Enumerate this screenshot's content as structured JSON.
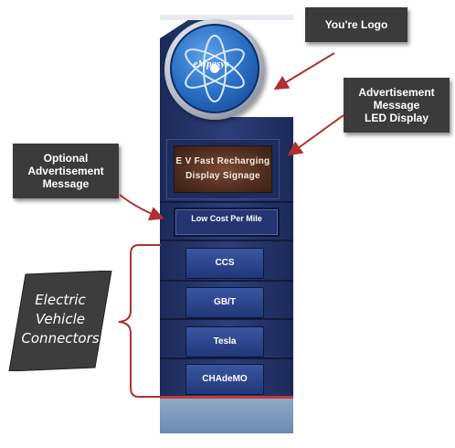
{
  "callouts": {
    "logo": "You're Logo",
    "led": "Advertisement\nMessage\nLED Display",
    "optional": "Optional\nAdvertisement\nMessage",
    "connectors": "Electric\nVehicle\nConnectors"
  },
  "logo": {
    "text": "eMpasys"
  },
  "led_display": {
    "line1": "E V Fast Recharging",
    "line2": "Display Signage"
  },
  "optional_message": "Low Cost Per Mile",
  "connectors": [
    {
      "label": "CCS"
    },
    {
      "label": "GB/T"
    },
    {
      "label": "Tesla"
    },
    {
      "label": "CHAdeMO"
    }
  ],
  "colors": {
    "kiosk_navy": "#2c3f7a",
    "callout_gray": "#3b3b3b",
    "arrow_red": "#c23a3a",
    "led_brown": "#4b2a1c",
    "base_steel": "#7f9abf"
  }
}
